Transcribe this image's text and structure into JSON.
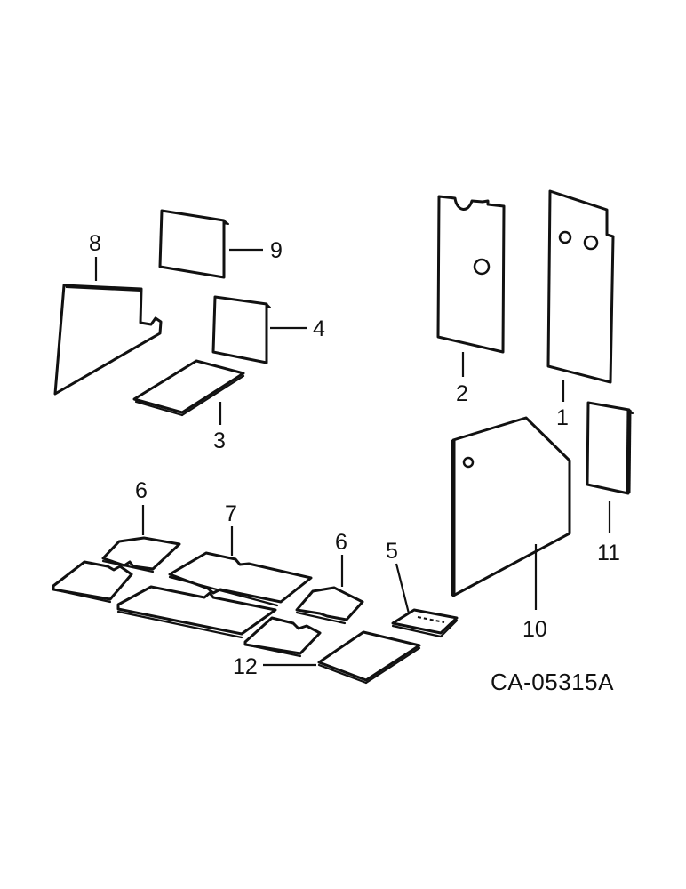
{
  "labels": {
    "p1": "1",
    "p2": "2",
    "p3": "3",
    "p4": "4",
    "p5": "5",
    "p6a": "6",
    "p6b": "6",
    "p7": "7",
    "p8": "8",
    "p9": "9",
    "p10": "10",
    "p11": "11",
    "p12": "12"
  },
  "reference_code": "CA-05315A",
  "colors": {
    "ink": "#111111",
    "paper": "#ffffff"
  }
}
